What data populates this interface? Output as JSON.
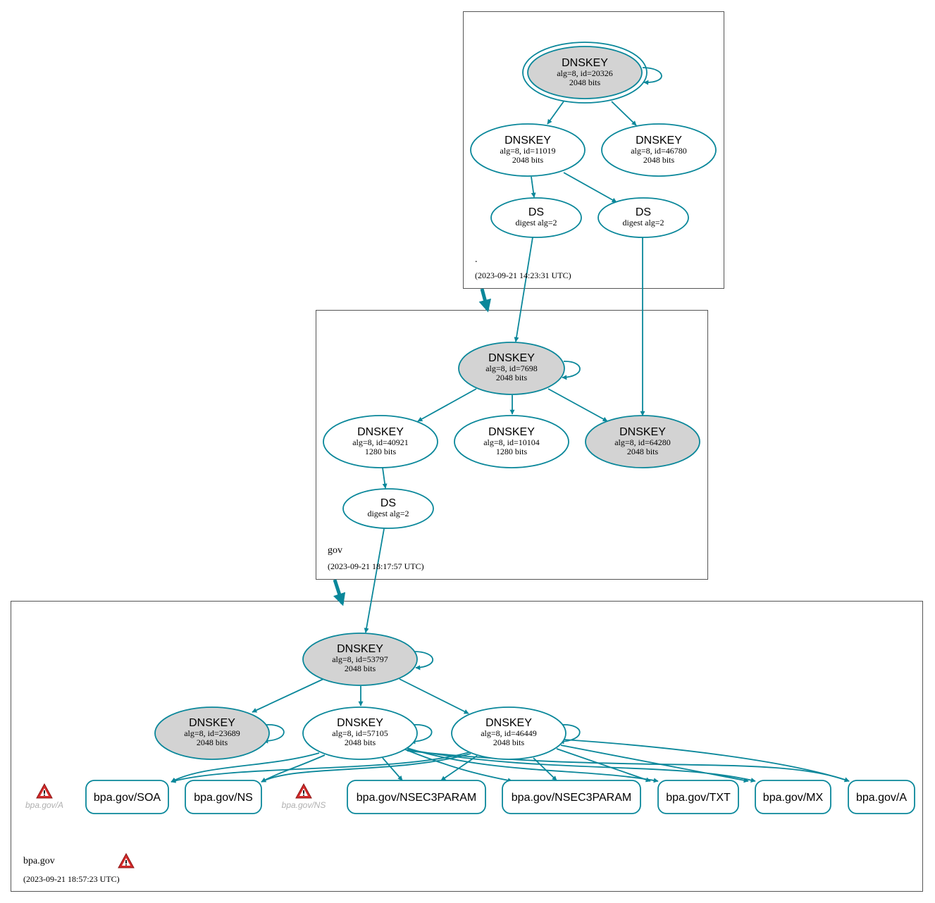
{
  "colors": {
    "edge": "#0a879a",
    "key_fill_gray": "#d3d3d3",
    "zone_border": "#555555",
    "warning_red": "#d42a2a",
    "warning_text": "#b0b0b0"
  },
  "zones": {
    "root": {
      "name": ".",
      "timestamp": "(2023-09-21 14:23:31 UTC)",
      "nodes": {
        "ksk": {
          "title": "DNSKEY",
          "line1": "alg=8, id=20326",
          "line2": "2048 bits"
        },
        "zsk1": {
          "title": "DNSKEY",
          "line1": "alg=8, id=11019",
          "line2": "2048 bits"
        },
        "zsk2": {
          "title": "DNSKEY",
          "line1": "alg=8, id=46780",
          "line2": "2048 bits"
        },
        "ds1": {
          "title": "DS",
          "line1": "digest alg=2"
        },
        "ds2": {
          "title": "DS",
          "line1": "digest alg=2"
        }
      }
    },
    "gov": {
      "name": "gov",
      "timestamp": "(2023-09-21 18:17:57 UTC)",
      "nodes": {
        "ksk": {
          "title": "DNSKEY",
          "line1": "alg=8, id=7698",
          "line2": "2048 bits"
        },
        "zsk1": {
          "title": "DNSKEY",
          "line1": "alg=8, id=40921",
          "line2": "1280 bits"
        },
        "zsk2": {
          "title": "DNSKEY",
          "line1": "alg=8, id=10104",
          "line2": "1280 bits"
        },
        "ksk2": {
          "title": "DNSKEY",
          "line1": "alg=8, id=64280",
          "line2": "2048 bits"
        },
        "ds": {
          "title": "DS",
          "line1": "digest alg=2"
        }
      }
    },
    "bpa": {
      "name": "bpa.gov",
      "timestamp": "(2023-09-21 18:57:23 UTC)",
      "nodes": {
        "ksk": {
          "title": "DNSKEY",
          "line1": "alg=8, id=53797",
          "line2": "2048 bits"
        },
        "k23689": {
          "title": "DNSKEY",
          "line1": "alg=8, id=23689",
          "line2": "2048 bits"
        },
        "k57105": {
          "title": "DNSKEY",
          "line1": "alg=8, id=57105",
          "line2": "2048 bits"
        },
        "k46449": {
          "title": "DNSKEY",
          "line1": "alg=8, id=46449",
          "line2": "2048 bits"
        }
      },
      "records": {
        "soa": "bpa.gov/SOA",
        "ns": "bpa.gov/NS",
        "nsec3param1": "bpa.gov/NSEC3PARAM",
        "nsec3param2": "bpa.gov/NSEC3PARAM",
        "txt": "bpa.gov/TXT",
        "mx": "bpa.gov/MX",
        "a": "bpa.gov/A"
      },
      "warnings": {
        "a": "bpa.gov/A",
        "ns": "bpa.gov/NS"
      }
    }
  },
  "icons": {
    "warning": "warning-triangle-icon"
  }
}
